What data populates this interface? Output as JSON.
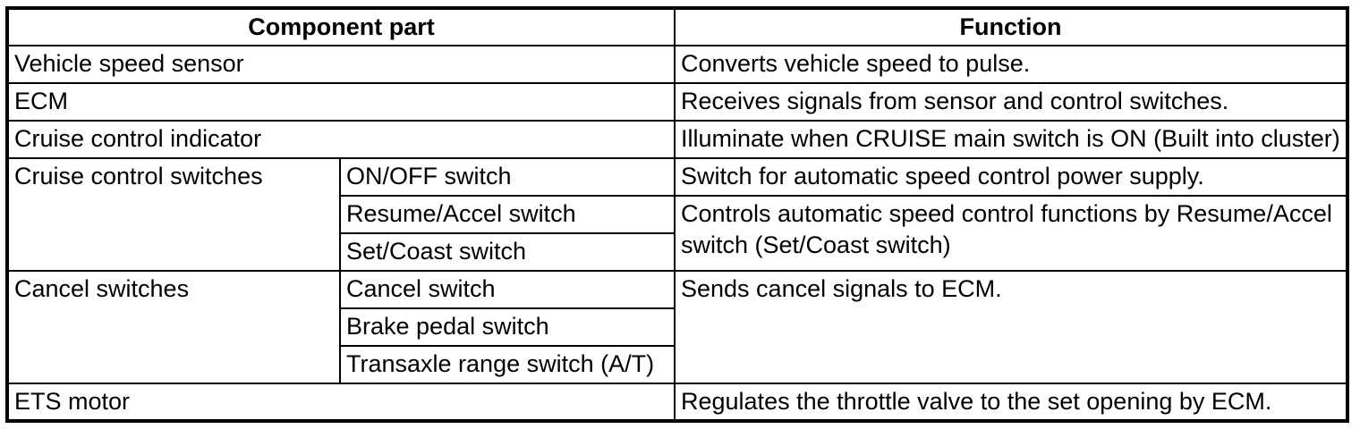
{
  "table": {
    "columns": {
      "component_part": "Component part",
      "function": "Function"
    },
    "rows": [
      {
        "component": "Vehicle speed sensor",
        "function": "Converts vehicle speed to pulse."
      },
      {
        "component": "ECM",
        "function": "Receives signals from sensor and control switches."
      },
      {
        "component": "Cruise control indicator",
        "function": "Illuminate when CRUISE main switch is ON (Built into cluster)"
      },
      {
        "component_group": "Cruise control switches",
        "component_sub": "ON/OFF switch",
        "function": "Switch for automatic speed control power supply."
      },
      {
        "component_sub": "Resume/Accel switch",
        "function": "Controls automatic speed control functions by Resume/Accel switch (Set/Coast switch)"
      },
      {
        "component_sub": "Set/Coast switch"
      },
      {
        "component_group": "Cancel switches",
        "component_sub": "Cancel switch",
        "function": "Sends cancel signals to ECM."
      },
      {
        "component_sub": "Brake pedal switch"
      },
      {
        "component_sub": "Transaxle range switch (A/T)"
      },
      {
        "component": "ETS motor",
        "function": "Regulates the throttle valve to the set opening by ECM."
      }
    ],
    "colors": {
      "border": "#000000",
      "background": "#ffffff",
      "text": "#000000"
    }
  }
}
